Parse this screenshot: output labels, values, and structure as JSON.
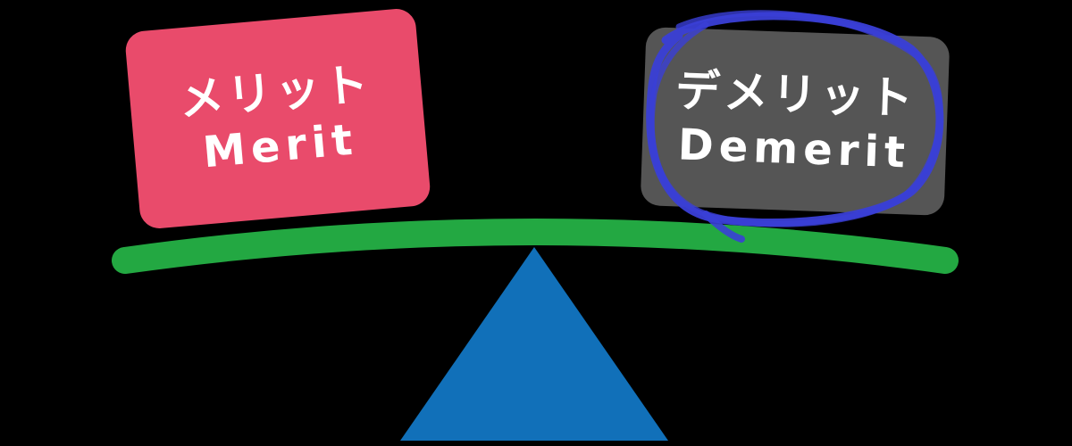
{
  "merit_card": {
    "label_ja": "メリット",
    "label_en": "Merit",
    "color": "#e94b6b"
  },
  "demerit_card": {
    "label_ja": "デメリット",
    "label_en": "Demerit",
    "color": "#555555",
    "highlight_color": "#3a3fd6"
  },
  "beam": {
    "color": "#23a842"
  },
  "fulcrum": {
    "color": "#1170b9"
  }
}
